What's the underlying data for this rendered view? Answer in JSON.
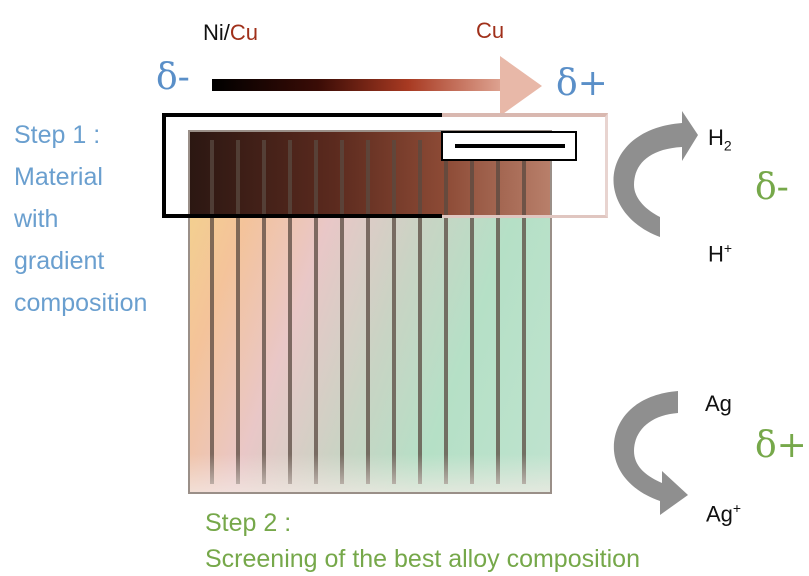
{
  "gradient": {
    "left_label_prefix": "Ni/",
    "left_label_suffix": "Cu",
    "right_label": "Cu",
    "left_delta": "δ-",
    "right_delta": "δ+",
    "colors": {
      "start": "#000000",
      "mid": "#a83a22",
      "end": "#e5b1a0"
    }
  },
  "step1": {
    "lines": [
      "Step 1 :",
      "Material",
      "with",
      "gradient",
      "composition"
    ]
  },
  "step2": {
    "line1": "Step 2 :",
    "line2": "Screening of the best alloy composition"
  },
  "reaction_top": {
    "product": "H",
    "product_sub": "2",
    "reactant": "H",
    "reactant_sup": "+",
    "delta": "δ-"
  },
  "reaction_bottom": {
    "reactant": "Ag",
    "product": "Ag",
    "product_sup": "+",
    "delta": "δ+"
  }
}
